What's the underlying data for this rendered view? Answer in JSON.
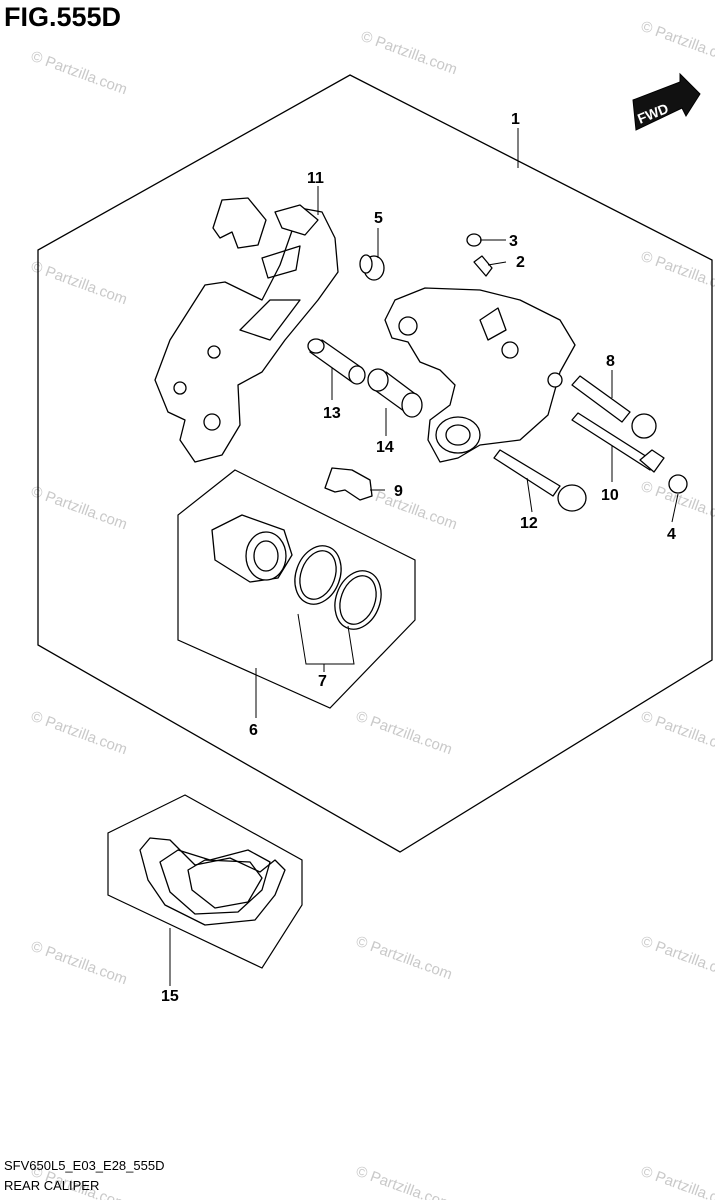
{
  "figure": {
    "title": "FIG.555D",
    "code": "SFV650L5_E03_E28_555D",
    "name": "REAR CALIPER",
    "direction_label": "FWD",
    "watermark": "© Partzilla.com"
  },
  "callouts": [
    {
      "id": "1",
      "label": "1"
    },
    {
      "id": "2",
      "label": "2"
    },
    {
      "id": "3",
      "label": "3"
    },
    {
      "id": "4",
      "label": "4"
    },
    {
      "id": "5",
      "label": "5"
    },
    {
      "id": "6",
      "label": "6"
    },
    {
      "id": "7",
      "label": "7"
    },
    {
      "id": "8",
      "label": "8"
    },
    {
      "id": "9",
      "label": "9"
    },
    {
      "id": "10",
      "label": "10"
    },
    {
      "id": "11",
      "label": "11"
    },
    {
      "id": "12",
      "label": "12"
    },
    {
      "id": "13",
      "label": "13"
    },
    {
      "id": "14",
      "label": "14"
    },
    {
      "id": "15",
      "label": "15"
    }
  ]
}
